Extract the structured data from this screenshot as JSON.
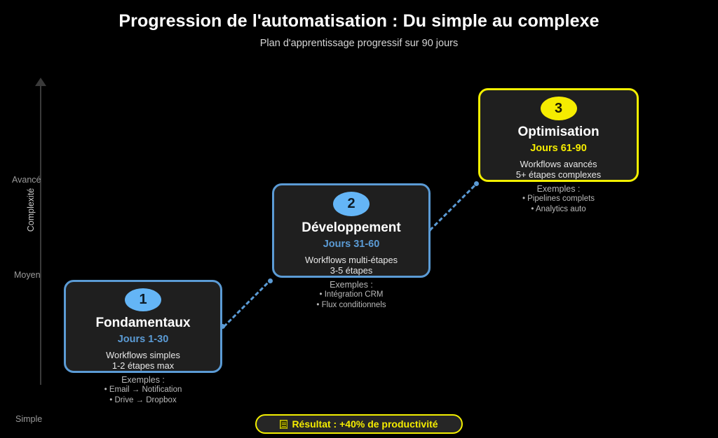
{
  "header": {
    "title": "Progression de l'automatisation : Du simple au complexe",
    "subtitle": "Plan d'apprentissage progressif sur 90 jours"
  },
  "axis": {
    "title": "Complexité",
    "high_label": "Avancé",
    "mid_label": "Moyen",
    "low_label": "Simple"
  },
  "stages": [
    {
      "number": "1",
      "name": "Fondamentaux",
      "days": "Jours 1-30",
      "desc_line1": "Workflows simples",
      "desc_line2": "1-2 étapes max",
      "examples_title": "Exemples :",
      "examples": [
        "• Email → Notification",
        "• Drive → Dropbox"
      ],
      "accent": "#5b9bd5"
    },
    {
      "number": "2",
      "name": "Développement",
      "days": "Jours 31-60",
      "desc_line1": "Workflows multi-étapes",
      "desc_line2": "3-5 étapes",
      "examples_title": "Exemples :",
      "examples": [
        "• Intégration CRM",
        "• Flux conditionnels"
      ],
      "accent": "#5b9bd5"
    },
    {
      "number": "3",
      "name": "Optimisation",
      "days": "Jours 61-90",
      "desc_line1": "Workflows avancés",
      "desc_line2": "5+ étapes complexes",
      "examples_title": "Exemples :",
      "examples": [
        "• Pipelines complets",
        "• Analytics auto"
      ],
      "accent": "#f2ef00"
    }
  ],
  "result": {
    "icon": "missing-glyph-box",
    "label": "Résultat : +40% de productivité"
  },
  "chart_data": {
    "type": "scatter",
    "title": "Progression de l'automatisation : Du simple au complexe",
    "subtitle": "Plan d'apprentissage progressif sur 90 jours",
    "xlabel": "",
    "ylabel": "Complexité",
    "grid": false,
    "legend": "none",
    "ytick_labels": [
      "Simple",
      "Moyen",
      "Avancé"
    ],
    "categories": [
      "Fondamentaux",
      "Développement",
      "Optimisation"
    ],
    "x": [
      "Jours 1-30",
      "Jours 31-60",
      "Jours 61-90"
    ],
    "values": [
      1,
      2,
      3
    ],
    "annotations": [
      "Workflows simples / 1-2 étapes max",
      "Workflows multi-étapes / 3-5 étapes",
      "Workflows avancés / 5+ étapes complexes"
    ]
  }
}
